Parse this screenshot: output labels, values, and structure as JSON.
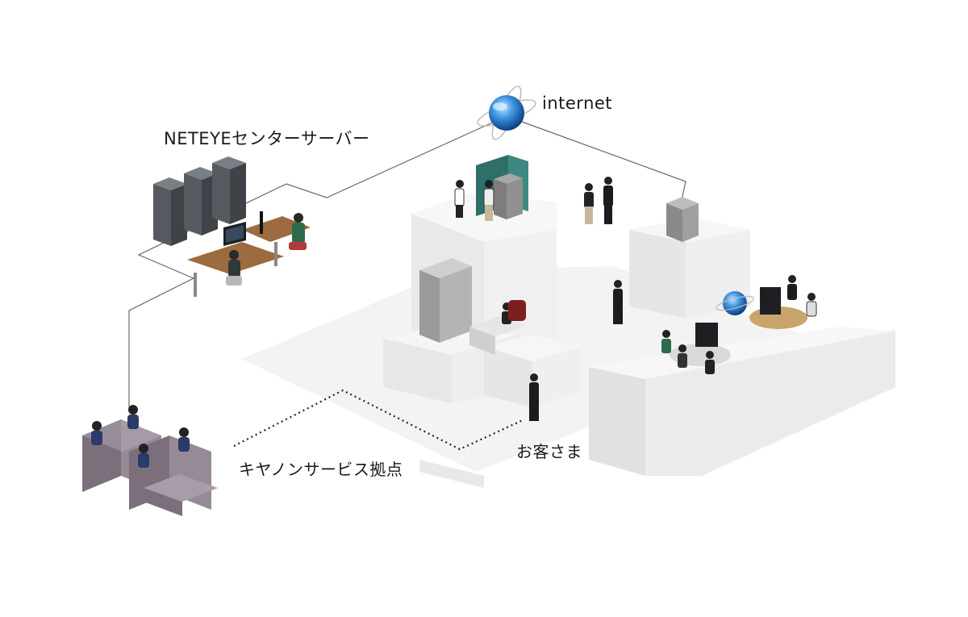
{
  "labels": {
    "internet": "internet",
    "center_server": "NETEYEセンターサーバー",
    "service_base": "キヤノンサービス拠点",
    "customer": "お客さま"
  },
  "colors": {
    "floor_top": "#f4f4f4",
    "floor_side": "#e6e6e6",
    "server_rack": "#5a5f66",
    "globe": "#2f86d8",
    "booth": "#7c6f7c",
    "desk_wood": "#9c6b3f",
    "partition_teal": "#2e6f6a",
    "connection_line": "#555555"
  },
  "icons": [
    "server-rack-icon",
    "globe-icon",
    "person-icon",
    "multifunction-printer-icon",
    "monitor-icon",
    "call-center-booth-icon"
  ]
}
